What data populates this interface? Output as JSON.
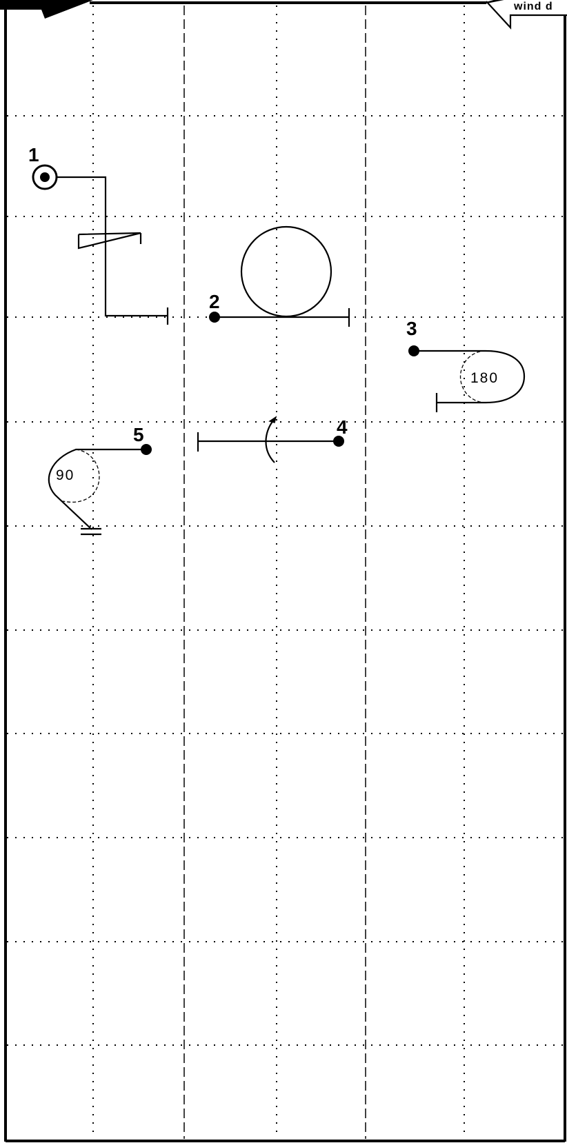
{
  "header": {
    "wind_label": "wind d"
  },
  "figures": [
    {
      "number": "1",
      "turn_label": ""
    },
    {
      "number": "2",
      "turn_label": ""
    },
    {
      "number": "3",
      "turn_label": "180"
    },
    {
      "number": "4",
      "turn_label": ""
    },
    {
      "number": "5",
      "turn_label": "90"
    }
  ]
}
